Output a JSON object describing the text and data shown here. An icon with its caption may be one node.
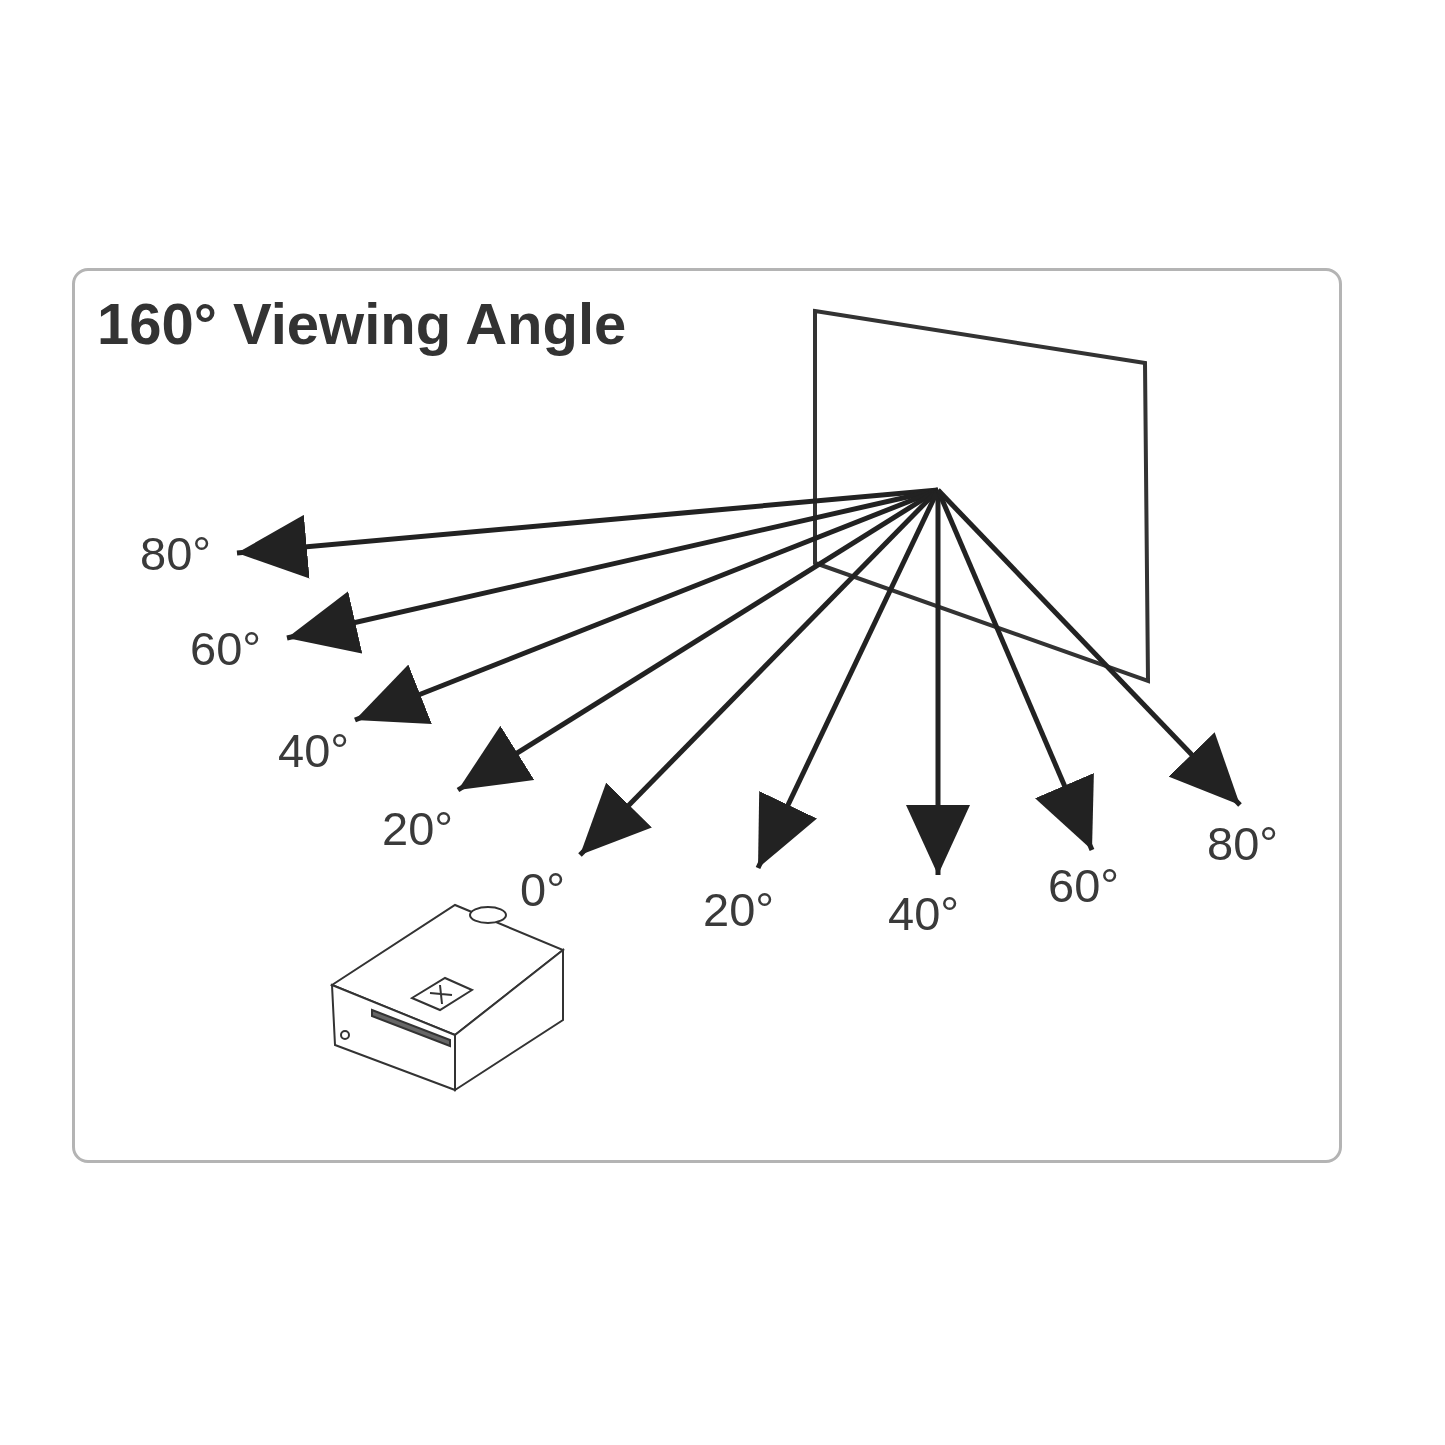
{
  "diagram": {
    "title": "160° Viewing Angle",
    "nodes": [
      {
        "text": [],
        "shape": "box"
      },
      {
        "text": [
          "80°"
        ]
      },
      {
        "text": [
          "60°"
        ]
      },
      {
        "text": [
          "40°"
        ]
      },
      {
        "text": [
          "20°"
        ]
      },
      {
        "text": [
          "0°"
        ]
      },
      {
        "text": [
          "20°"
        ]
      },
      {
        "text": [
          "40°"
        ]
      },
      {
        "text": [
          "60°"
        ]
      },
      {
        "text": [
          "80°"
        ]
      }
    ],
    "edges": [
      {
        "from": 0,
        "to": 1,
        "arrow": "to"
      },
      {
        "from": 0,
        "to": 2,
        "arrow": "to"
      },
      {
        "from": 0,
        "to": 3,
        "arrow": "to"
      },
      {
        "from": 0,
        "to": 4,
        "arrow": "to"
      },
      {
        "from": 0,
        "to": 5,
        "arrow": "to"
      },
      {
        "from": 0,
        "to": 6,
        "arrow": "to"
      },
      {
        "from": 0,
        "to": 7,
        "arrow": "to"
      },
      {
        "from": 0,
        "to": 8,
        "arrow": "to"
      },
      {
        "from": 0,
        "to": 9,
        "arrow": "to"
      }
    ]
  }
}
